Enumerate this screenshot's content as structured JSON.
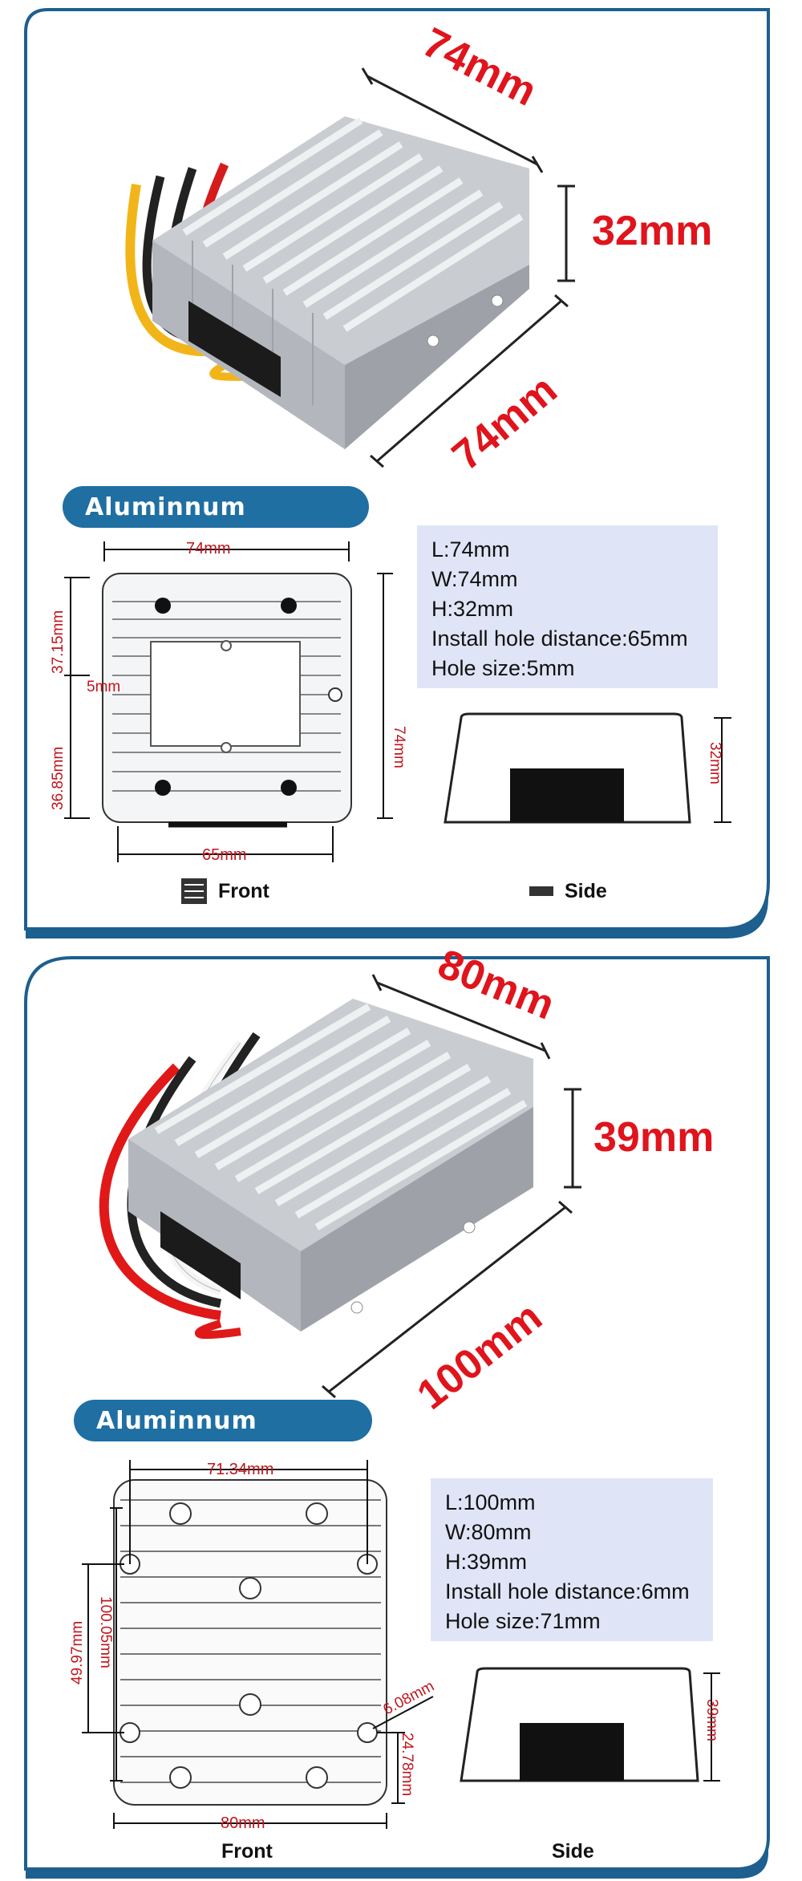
{
  "card1": {
    "dim_top": "74mm",
    "dim_height": "32mm",
    "dim_front": "74mm",
    "banner": "Aluminnum",
    "drawing": {
      "width": "74mm",
      "upper": "37.15mm",
      "hole": "5mm",
      "lower": "36.85mm",
      "height_side": "74mm",
      "bottom": "65mm",
      "side_height": "32mm"
    },
    "specs": [
      "L:74mm",
      "W:74mm",
      "H:32mm",
      "Install hole distance:65mm",
      "Hole size:5mm"
    ],
    "front_label": "Front",
    "side_label": "Side"
  },
  "card2": {
    "dim_top": "80mm",
    "dim_height": "39mm",
    "dim_front": "100mm",
    "banner": "Aluminnum",
    "drawing": {
      "width": "71.34mm",
      "outer_height": "100.05mm",
      "inner_height": "49.97mm",
      "hole": "6.08mm",
      "corner": "24.78mm",
      "bottom": "80mm",
      "side_height": "39mm"
    },
    "specs": [
      "L:100mm",
      "W:80mm",
      "H:39mm",
      "Install hole distance:6mm",
      "Hole size:71mm"
    ],
    "front_label": "Front",
    "side_label": "Side"
  },
  "colors": {
    "accent_red": "#e0141c",
    "banner_blue": "#1f6fa3",
    "frame_blue": "#1d5f8e",
    "spec_bg": "#dfe5f6"
  }
}
